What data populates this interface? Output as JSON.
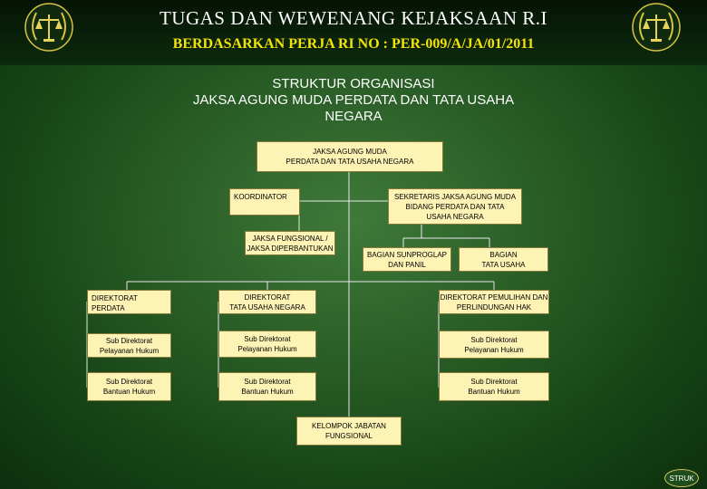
{
  "header": {
    "title": "TUGAS DAN WEWENANG KEJAKSAAN R.I",
    "subtitle": "BERDASARKAN PERJA RI NO : PER-009/A/JA/01/2011"
  },
  "org_title": [
    "STRUKTUR ORGANISASI",
    "JAKSA AGUNG MUDA PERDATA DAN TATA USAHA",
    "NEGARA"
  ],
  "nodes": {
    "jamdatun": [
      "JAKSA AGUNG MUDA",
      "PERDATA DAN TATA USAHA NEGARA"
    ],
    "koordinator": [
      "KOORDINATOR"
    ],
    "sekretaris": [
      "SEKRETARIS JAKSA AGUNG MUDA",
      "BIDANG PERDATA DAN TATA",
      "USAHA NEGARA"
    ],
    "jaksa_fungsional": [
      "JAKSA FUNGSIONAL /",
      "JAKSA DIPERBANTUKAN"
    ],
    "bagian_sunproglap": [
      "BAGIAN SUNPROGLAP",
      "DAN PANIL"
    ],
    "bagian_tata_usaha": [
      "BAGIAN",
      "TATA USAHA"
    ],
    "dir_perdata": [
      "DIREKTORAT",
      "PERDATA"
    ],
    "dir_tun": [
      "DIREKTORAT",
      "TATA USAHA NEGARA"
    ],
    "dir_pemulihan": [
      "DIREKTORAT PEMULIHAN DAN",
      "PERLINDUNGAN HAK"
    ],
    "sub_pelayanan_1": [
      "Sub Direktorat",
      "Pelayanan Hukum"
    ],
    "sub_pelayanan_2": [
      "Sub Direktorat",
      "Pelayanan Hukum"
    ],
    "sub_pelayanan_3": [
      "Sub Direktorat",
      "Pelayanan Hukum"
    ],
    "sub_bantuan_1": [
      "Sub Direktorat",
      "Bantuan Hukum"
    ],
    "sub_bantuan_2": [
      "Sub Direktorat",
      "Bantuan Hukum"
    ],
    "sub_bantuan_3": [
      "Sub Direktorat",
      "Bantuan Hukum"
    ],
    "kelompok": [
      "KELOMPOK JABATAN",
      "FUNGSIONAL"
    ]
  },
  "nav": {
    "struk_label": "STRUK"
  },
  "colors": {
    "box_fill": "#fdf3b5",
    "title_yellow": "#f2e20a",
    "background": "#2b5f28"
  }
}
